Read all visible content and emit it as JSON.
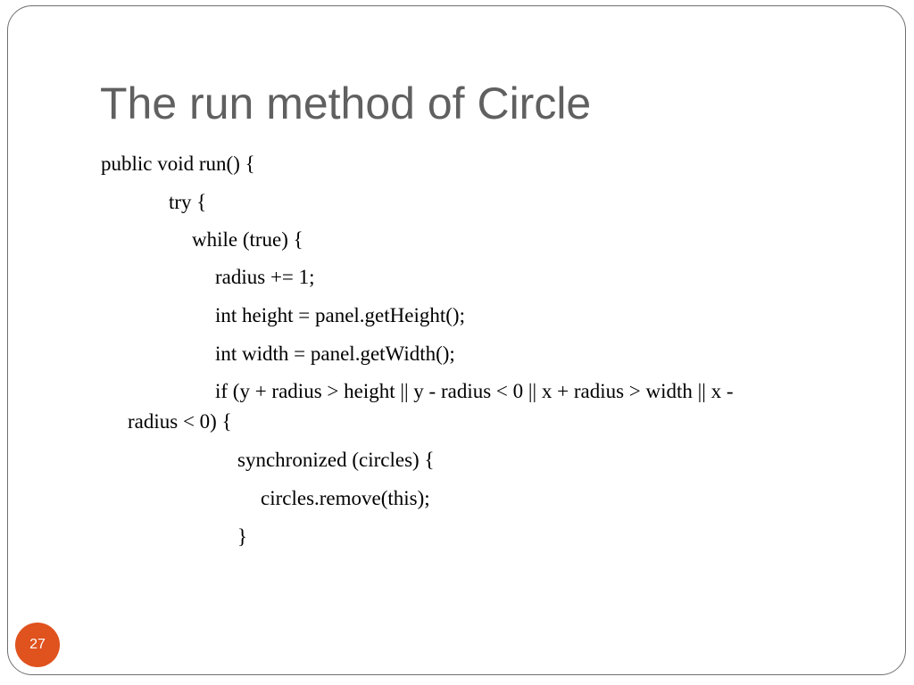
{
  "slide": {
    "title": "The run method of Circle",
    "page_number": "27",
    "accent_color": "#e0521e",
    "title_color": "#606060",
    "code_lines": [
      "public void run() {",
      "try {",
      "while (true) {",
      "radius += 1;",
      "int height = panel.getHeight();",
      "int width = panel.getWidth();",
      "if (y + radius > height || y - radius < 0 || x + radius > width || x -",
      "radius < 0) {",
      "synchronized (circles) {",
      "circles.remove(this);",
      "}"
    ]
  }
}
